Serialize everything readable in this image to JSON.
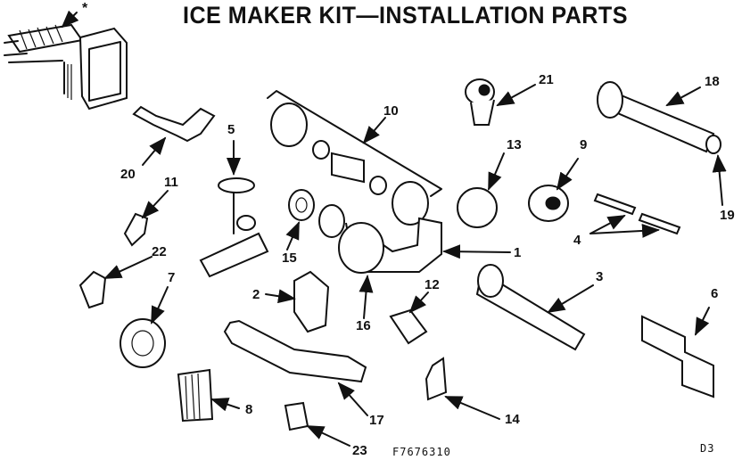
{
  "title": "ICE MAKER KIT—INSTALLATION PARTS",
  "part_number": "F7676310",
  "page_code": "D3",
  "asterisk": "*",
  "callouts": [
    "1",
    "2",
    "3",
    "4",
    "5",
    "6",
    "7",
    "8",
    "9",
    "10",
    "11",
    "12",
    "13",
    "14",
    "15",
    "16",
    "17",
    "18",
    "19",
    "20",
    "21",
    "22",
    "23"
  ]
}
